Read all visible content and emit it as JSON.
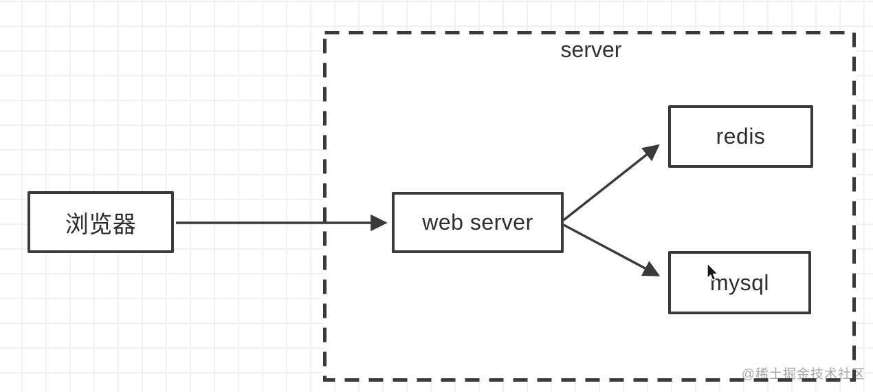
{
  "diagram": {
    "group": {
      "label": "server"
    },
    "nodes": {
      "browser": {
        "label": "浏览器"
      },
      "web_server": {
        "label": "web server"
      },
      "redis": {
        "label": "redis"
      },
      "mysql": {
        "label": "mysql"
      }
    },
    "edges": [
      {
        "from": "browser",
        "to": "web_server"
      },
      {
        "from": "web_server",
        "to": "redis"
      },
      {
        "from": "web_server",
        "to": "mysql"
      }
    ],
    "colors": {
      "stroke": "#3a3a3a",
      "node_text": "#2e2e2e",
      "grid_line": "#f1f1f2",
      "background": "#ffffff",
      "watermark": "#a8a8a8"
    }
  },
  "watermark": {
    "text": "@稀土掘金技术社区"
  },
  "cursor": {
    "type": "arrow-pointer"
  }
}
